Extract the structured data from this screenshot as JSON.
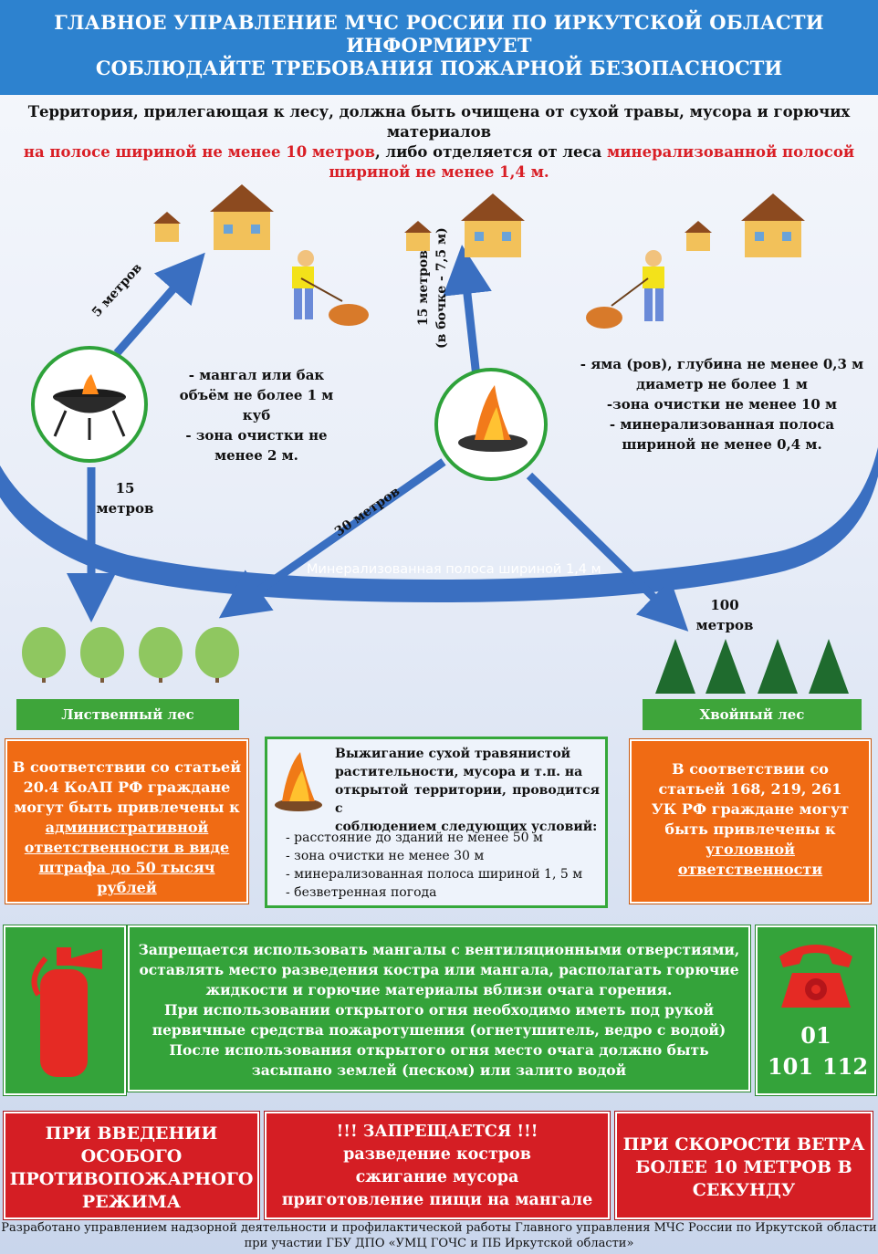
{
  "header": {
    "line1": "ГЛАВНОЕ УПРАВЛЕНИЕ МЧС РОССИИ ПО ИРКУТСКОЙ ОБЛАСТИ ИНФОРМИРУЕТ",
    "line2": "СОБЛЮДАЙТЕ ТРЕБОВАНИЯ ПОЖАРНОЙ БЕЗОПАСНОСТИ"
  },
  "intro": {
    "part1": "Территория, прилегающая к лесу, должна быть очищена от сухой травы, мусора и горючих материалов",
    "part2_red": "на полосе шириной не менее 10 метров",
    "part3": ", либо отделяется от леса",
    "part4_red": "минерализованной полосой",
    "part5_red": "шириной не менее 1,4 м."
  },
  "diagram": {
    "brazier_req": [
      "- мангал или бак",
      "объём не более 1 м куб",
      "- зона очистки не",
      "менее 2 м."
    ],
    "pit_req": [
      "- яма (ров), глубина не менее 0,3 м",
      "диаметр не более 1 м",
      "-зона очистки не менее 10 м",
      "- минерализованная полоса",
      "шириной не менее 0,4 м."
    ],
    "dist_5": "5 метров",
    "dist_15_a": "15",
    "dist_15_b": "метров",
    "dist_15_barrel_a": "15 метров",
    "dist_15_barrel_b": "(в бочке - 7,5 м)",
    "dist_30": "30 метров",
    "dist_100_a": "100",
    "dist_100_b": "метров",
    "strip_label": "Минерализованная полоса шириной 1,4 м"
  },
  "forests": {
    "deciduous": "Лиственный лес",
    "coniferous": "Хвойный лес"
  },
  "left_box": {
    "line1": "В соответствии со статьей",
    "line2": "20.4 КоАП РФ граждане",
    "line3": "могут быть привлечены к",
    "u1": "административной",
    "u2": "ответственности в виде",
    "u3": "штрафа до 50 тысяч рублей"
  },
  "middle_box": {
    "intro_lines": [
      "Выжигание сухой травянистой",
      "растительности, мусора и т.п. на",
      "открытой территории, проводится с",
      "соблюдением следующих условий:"
    ],
    "conditions": [
      "- расстояние до зданий не менее 50 м",
      "- зона очистки не менее 30 м",
      "- минерализованная полоса шириной 1, 5 м",
      "- безветренная погода"
    ]
  },
  "right_box": {
    "line1": "В соответствии со",
    "line2": "статьей 168, 219, 261",
    "line3": "УК РФ граждане могут",
    "line4": "быть привлечены к",
    "u1": "уголовной",
    "u2": "ответственности"
  },
  "rules": {
    "lines": [
      "Запрещается использовать мангалы с вентиляционными отверстиями,",
      "оставлять место разведения костра или мангала, располагать горючие",
      "жидкости и горючие материалы вблизи очага горения.",
      "При использовании открытого огня необходимо иметь под рукой",
      "первичные средства пожаротушения (огнетушитель, ведро с водой)",
      "После использования открытого огня место очага должно быть",
      "засыпано землей (песком) или залито водой"
    ]
  },
  "phones": {
    "p1": "01",
    "p2": "101",
    "p3": "112"
  },
  "bottom": {
    "left": [
      "ПРИ ВВЕДЕНИИ",
      "ОСОБОГО",
      "ПРОТИВОПОЖАРНОГО",
      "РЕЖИМА"
    ],
    "middle": [
      "!!! ЗАПРЕЩАЕТСЯ !!!",
      "разведение костров",
      "сжигание мусора",
      "приготовление пищи на мангале"
    ],
    "right": [
      "ПРИ СКОРОСТИ ВЕТРА",
      "БОЛЕЕ 10 МЕТРОВ В",
      "СЕКУНДУ"
    ]
  },
  "footer": {
    "line1": "Разработано управлением надзорной деятельности и профилактической работы Главного управления МЧС России по Иркутской области",
    "line2": "при участии ГБУ ДПО «УМЦ ГОЧС и ПБ Иркутской области»"
  },
  "colors": {
    "header_blue": "#2d82cf",
    "arrow_blue": "#3a6fc1",
    "green": "#34a33a",
    "orange": "#f06b14",
    "red": "#d51e24",
    "text_red": "#d91f26"
  }
}
